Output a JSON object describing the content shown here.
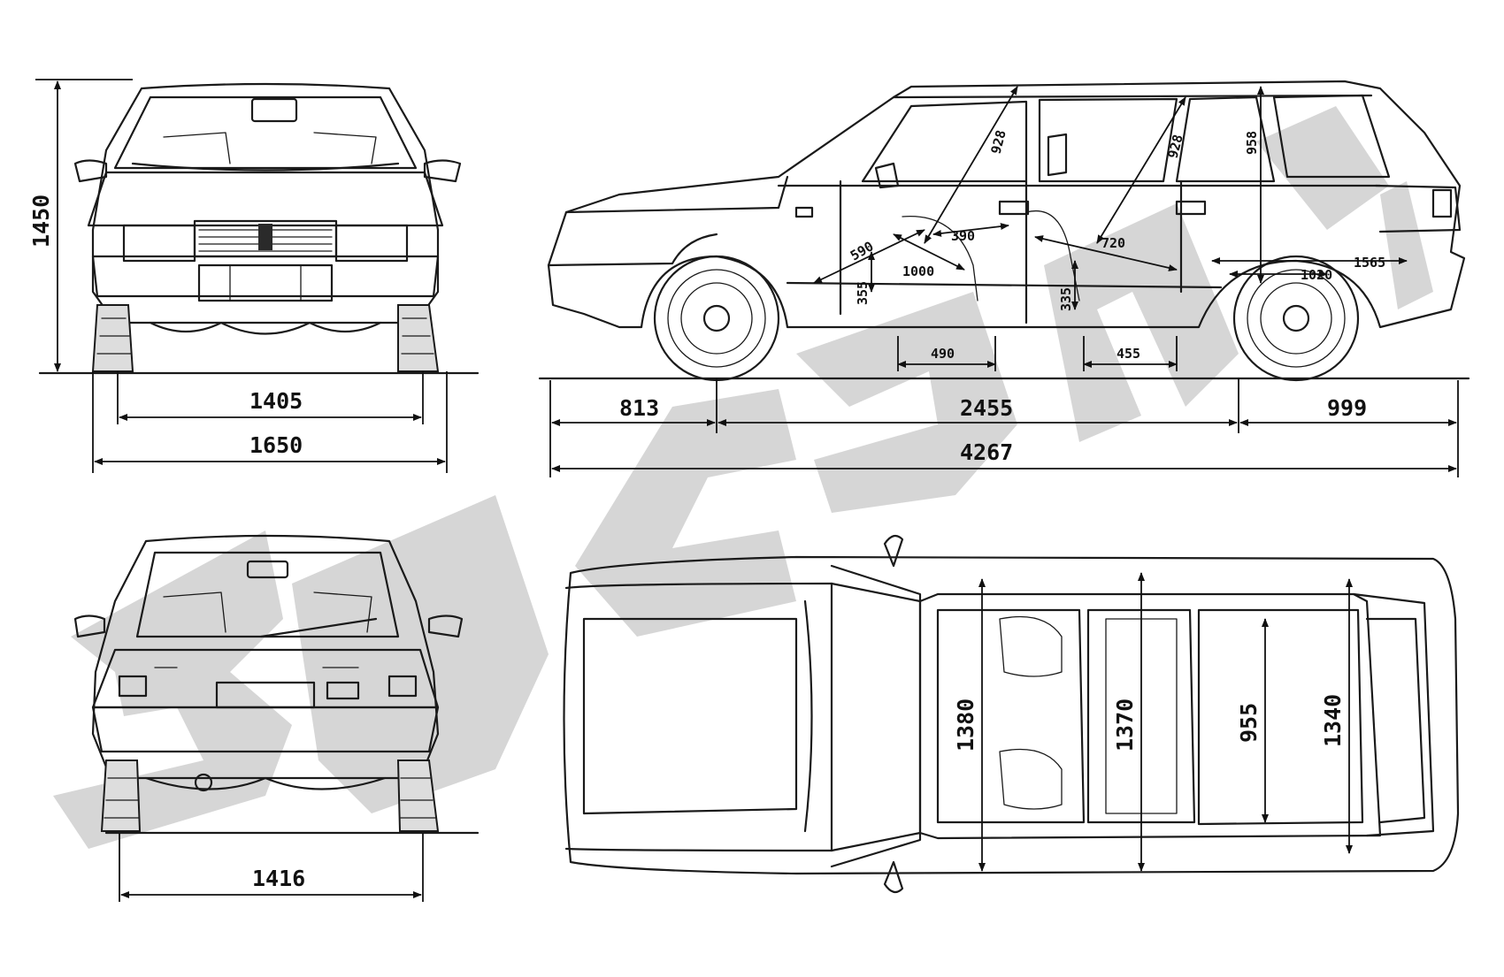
{
  "watermark": "3DCar",
  "front_view": {
    "height": "1450",
    "track": "1405",
    "width": "1650"
  },
  "rear_view": {
    "track": "1416"
  },
  "side_view": {
    "front_overhang": "813",
    "wheelbase": "2455",
    "rear_overhang": "999",
    "length": "4267",
    "interior": {
      "front_headroom": "928",
      "rear_headroom": "928",
      "cargo_height": "958",
      "front_legroom": "590",
      "seat_depth_front": "1000",
      "front_seat_length": "390",
      "rear_legroom": "720",
      "front_seat_height": "355",
      "rear_seat_height": "335",
      "front_seat_cushion": "490",
      "rear_seat_cushion": "455",
      "cargo_length": "1020",
      "cargo_length_max": "1565"
    }
  },
  "top_view": {
    "front_shoulder": "1380",
    "rear_shoulder": "1370",
    "cargo_width_min": "955",
    "cargo_width": "1340"
  },
  "colors": {
    "line": "#1a1a1a",
    "watermark": "#b4b4b4"
  }
}
